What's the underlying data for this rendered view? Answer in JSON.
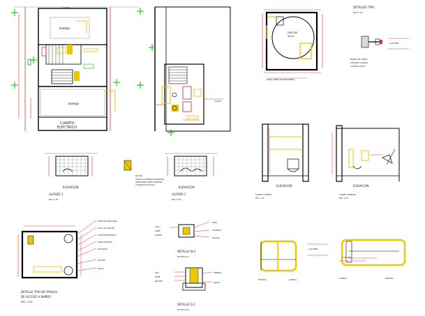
{
  "plan": {
    "room_top": "bodega",
    "room_bottom": "bodega",
    "title_line1": "CUARTO",
    "title_line2": "ELECTRICO",
    "corridor_label": "pasillo",
    "corridor_label_right": "pasillo"
  },
  "elevations": {
    "a_title": "ALZADO 1",
    "a_scale": "ESC.1:50",
    "b_title": "ALZADO 2",
    "b_scale": "ESC.1:50",
    "a_caption": "ELEVACION",
    "b_caption": "ELEVACION",
    "note_title": "NOTAS",
    "note_lines": [
      "TODOS LOS MUEBLES SANITARIOS",
      "SERAN MARCA IDEAL STANDARD",
      "O SIMILAR EN CALIDAD"
    ]
  },
  "detail_plan": {
    "title": "DETALLE TIPO DE PASILLO",
    "subtitle": "DE ACCESO A BAÑOS",
    "scale": "ESC. 1:20"
  },
  "wall_details": {
    "upper_title": "DETALLE W-1",
    "upper_scale": "SE ESCALA",
    "lower_title": "DETALLE D-1",
    "lower_scale": "SE ESCALA"
  },
  "accessible_wc": {
    "circle_label_1": "GIRO DE",
    "circle_label_2": "SILLA",
    "note": "AREA LIBRE DE MANIOBRA"
  },
  "detail_tipo": {
    "title": "DETALLES TIPO",
    "scale": "ESC.1:10",
    "dimension": "0.90 MIN",
    "note_a": "BARRA DE APOYO",
    "note_b": "SOPORTE A MURO",
    "note_c": "ALTURA 0.90 M"
  },
  "wc_sections": {
    "left_caption": "ELEVACION",
    "right_caption": "ELEVACION",
    "left_note": "CORTE LATERAL",
    "left_note_scale": "ESC. 1:20",
    "right_note": "CORTE FRONTAL",
    "right_note_scale": "ESC. 1:20"
  },
  "grab_bars": {
    "dim_left": "0.90 MIN",
    "dim_right": "0.90 MIN",
    "label_left": "FRONTAL",
    "label_mid": "LATERAL",
    "label_right": "LATERAL",
    "label_far": "FRONTAL"
  },
  "annotations_right_detail": [
    "TUBO DE ACERO INOX",
    "PLACA DE ANCLAJE",
    "TAQUETE EXPANSIVO",
    "MURO DE BLOCK",
    "APLANADO",
    "AZULEJO",
    "ZOCLO"
  ],
  "annotations_wall_upper": [
    "LOSA",
    "TRABE",
    "CADENA",
    "MURO",
    "APLANADO",
    "AZULEJO"
  ],
  "annotations_wall_lower": [
    "PISO",
    "FIRME",
    "RELLENO",
    "TERRENO",
    "ZAPATA"
  ],
  "colors": {
    "wall": "#000000",
    "accent": "#ff0000",
    "grid": "#00bb00",
    "fixture": "#ffee00",
    "line": "#333333"
  }
}
